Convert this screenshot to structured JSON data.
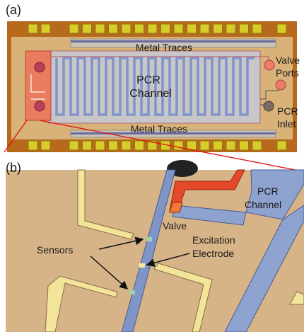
{
  "panel_a": {
    "label": "(a)",
    "metal_traces_top": "Metal Traces",
    "metal_traces_bottom": "Metal Traces",
    "pcr_channel_line1": "PCR",
    "pcr_channel_line2": "Channel",
    "valve_ports_line1": "Valve",
    "valve_ports_line2": "Ports",
    "pcr_inlet_line1": "PCR",
    "pcr_inlet_line2": "Inlet"
  },
  "panel_b": {
    "label": "(b)",
    "pcr_channel_line1": "PCR",
    "pcr_channel_line2": "Channel",
    "valve": "Valve",
    "sensors": "Sensors",
    "excitation_line1": "Excitation",
    "excitation_line2": "Electrode"
  },
  "colors": {
    "board_brown": "#b86a1c",
    "substrate_tan": "#d9b27a",
    "pad_yellow": "#d8cc2a",
    "channel_blue": "#8ea2cf",
    "valve_red": "#e44a2a"
  }
}
